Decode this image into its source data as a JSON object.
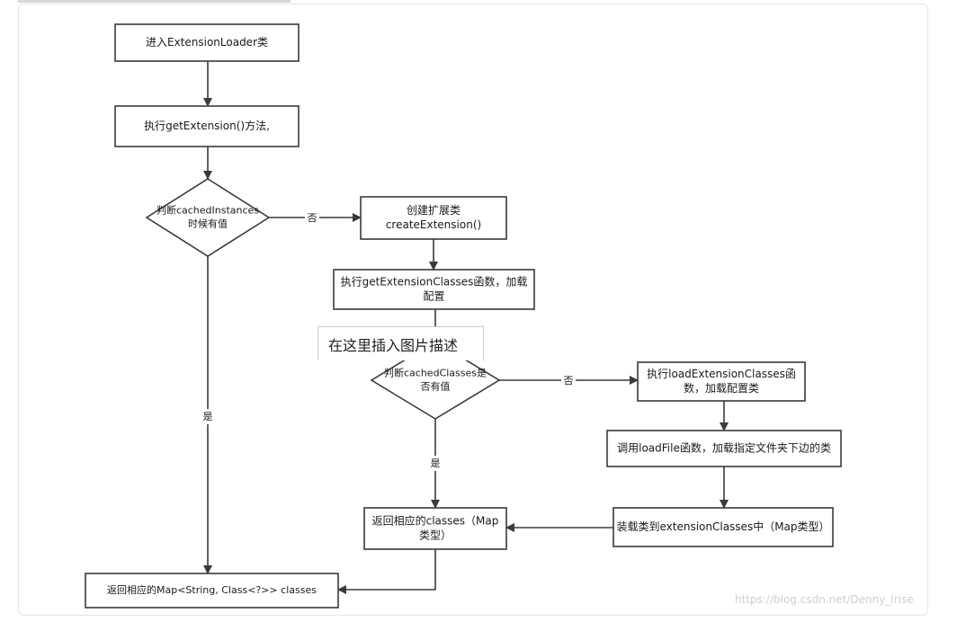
{
  "colors": {
    "stroke": "#3a3a3a",
    "text": "#1a1a1a",
    "fill": "#ffffff"
  },
  "nodes": [
    {
      "id": "n1",
      "lines": [
        "进入ExtensionLoader类"
      ]
    },
    {
      "id": "n2",
      "lines": [
        "执行getExtension()方法,"
      ]
    },
    {
      "id": "d1",
      "lines": [
        "判断cachedInstances",
        "时候有值"
      ]
    },
    {
      "id": "n3",
      "lines": [
        "创建扩展类",
        "createExtension()"
      ]
    },
    {
      "id": "n4",
      "lines": [
        "执行getExtensionClasses函数，加载",
        "配置"
      ]
    },
    {
      "id": "d2",
      "lines": [
        "判断cachedClasses是",
        "否有值"
      ]
    },
    {
      "id": "n5",
      "lines": [
        "执行loadExtensionClasses函",
        "数，加载配置类"
      ]
    },
    {
      "id": "n6",
      "lines": [
        "调用loadFile函数，加载指定文件夹下边的类"
      ]
    },
    {
      "id": "n7",
      "lines": [
        "装载类到extensionClasses中（Map类型）"
      ]
    },
    {
      "id": "n8",
      "lines": [
        "返回相应的classes（Map",
        "类型）"
      ]
    },
    {
      "id": "n9",
      "lines": [
        "返回相应的Map<String, Class<?>> classes"
      ]
    }
  ],
  "edge_labels": {
    "no1": "否",
    "no2": "否",
    "yes1": "是",
    "yes2": "是"
  },
  "caption_placeholder": "在这里插入图片描述",
  "watermark": "https://blog.csdn.net/Denny_Irise"
}
